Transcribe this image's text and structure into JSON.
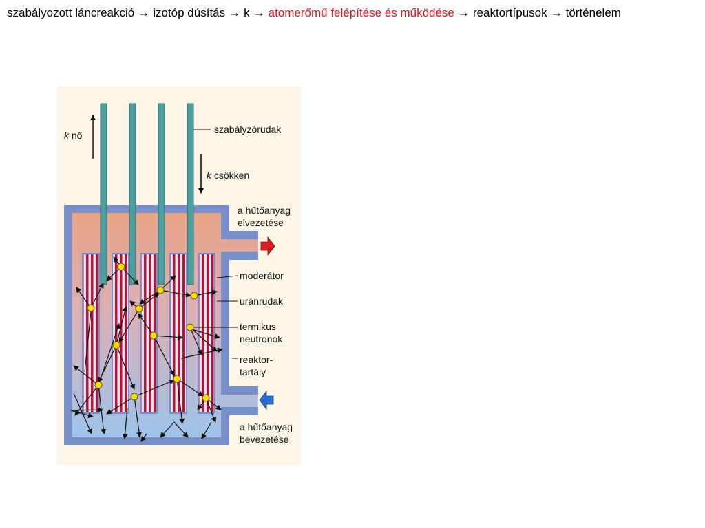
{
  "breadcrumb": {
    "items": [
      {
        "label": "szabályozott láncreakció",
        "active": false
      },
      {
        "label": "izotóp dúsítás",
        "active": false
      },
      {
        "label": "k",
        "active": false
      },
      {
        "label": "atomerőmű felépítése és működése",
        "active": true
      },
      {
        "label": "reaktortípusok",
        "active": false
      },
      {
        "label": "történelem",
        "active": false
      }
    ],
    "separator": "→"
  },
  "diagram": {
    "k_symbol": "k",
    "k_up_text": " nő",
    "k_down_text": " csökken",
    "labels": {
      "control_rods": "szabályzórudak",
      "coolant_out_1": "a hűtőanyag",
      "coolant_out_2": "elvezetése",
      "moderator": "moderátor",
      "fuel_rods": "uránrudak",
      "thermal_1": "termikus",
      "thermal_2": "neutronok",
      "vessel_1": "reaktor-",
      "vessel_2": "tartály",
      "coolant_in_1": "a hűtőanyag",
      "coolant_in_2": "bevezetése"
    },
    "colors": {
      "vessel_wall": "#7a8fc8",
      "hot_coolant": "#e8a488",
      "cold_coolant": "#9ec4ea",
      "control_rod": "#4f9ea0",
      "fuel_stripe": "#b5143a",
      "neutron": "#f2dc10",
      "out_arrow": "#d42020",
      "in_arrow": "#2a6fd0"
    }
  }
}
